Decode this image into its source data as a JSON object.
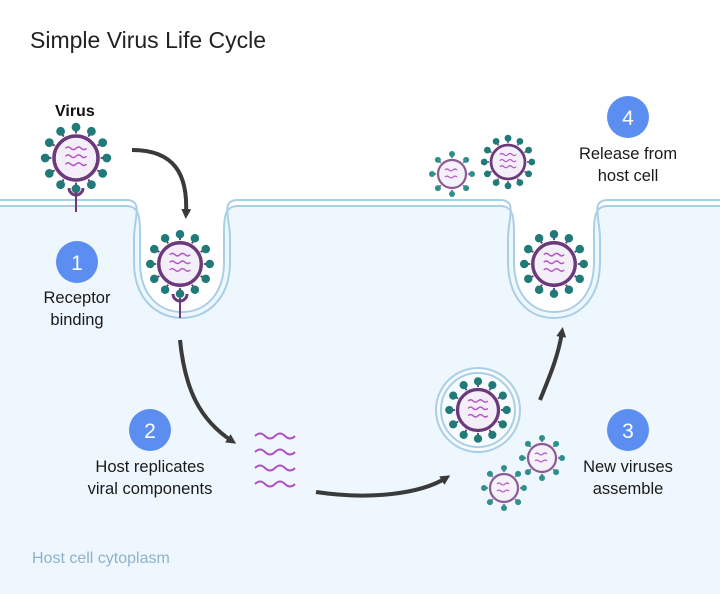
{
  "title": "Simple Virus Life Cycle",
  "virus_label": "Virus",
  "region_label": "Host cell cytoplasm",
  "steps": [
    {
      "number": "1",
      "lines": [
        "Receptor",
        "binding"
      ]
    },
    {
      "number": "2",
      "lines": [
        "Host replicates",
        "viral components"
      ]
    },
    {
      "number": "3",
      "lines": [
        "New viruses",
        "assemble"
      ]
    },
    {
      "number": "4",
      "lines": [
        "Release from",
        "host cell"
      ]
    }
  ],
  "colors": {
    "cytoplasm": "#eef7fd",
    "membrane": "#a9cfe6",
    "step_badge": "#5b8ef0",
    "virus_spike": "#1f7a78",
    "virus_capsid": "#6b3a7a",
    "viral_rna": "#b04fc2",
    "arrow": "#3a3a3a"
  }
}
